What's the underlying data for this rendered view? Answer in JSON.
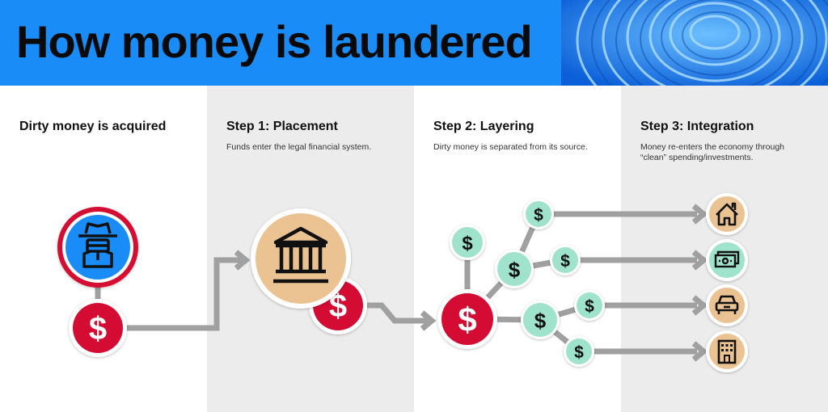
{
  "header": {
    "title": "How money is laundered",
    "background_color": "#1a8cf7"
  },
  "columns": [
    {
      "title": "Dirty money is acquired",
      "description": ""
    },
    {
      "title": "Step 1: Placement",
      "description": "Funds enter the legal financial system."
    },
    {
      "title": "Step 2: Layering",
      "description": "Dirty money is separated from its source."
    },
    {
      "title": "Step 3: Integration",
      "description": "Money re-enters the economy through “clean” spending/investments."
    }
  ],
  "icons": {
    "criminal": "criminal-hat-icon",
    "bank": "bank-icon",
    "dollar": "$",
    "destinations": [
      "house-icon",
      "cash-icon",
      "car-icon",
      "building-icon"
    ]
  },
  "colors": {
    "red": "#d40b32",
    "teal": "#9fe3cc",
    "tan": "#ebc392",
    "blue": "#1a8cf7",
    "arrow_gray": "#a0a0a0",
    "column_gray": "#ececec"
  }
}
